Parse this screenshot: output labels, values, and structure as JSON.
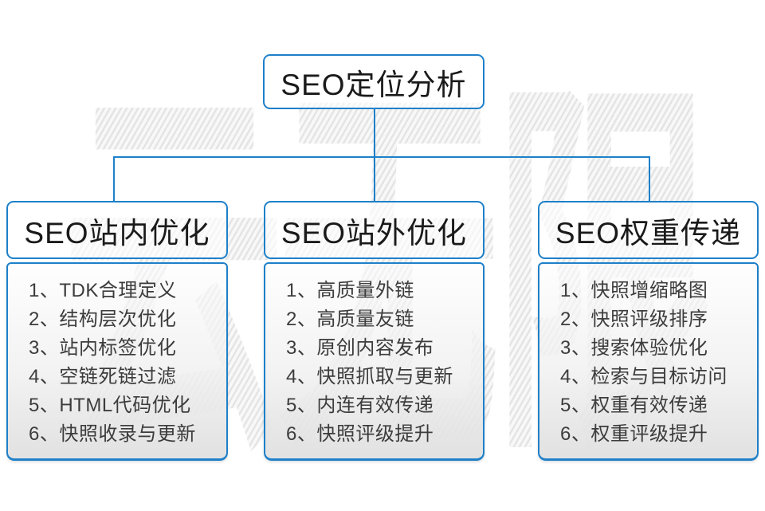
{
  "diagram": {
    "root": {
      "label": "SEO定位分析"
    },
    "branches": [
      {
        "label": "SEO站内优化",
        "items": [
          "1、TDK合理定义",
          "2、结构层次优化",
          "3、站内标签优化",
          "4、空链死链过滤",
          "5、HTML代码优化",
          "6、快照收录与更新"
        ]
      },
      {
        "label": "SEO站外优化",
        "items": [
          "1、高质量外链",
          "2、高质量友链",
          "3、原创内容发布",
          "4、快照抓取与更新",
          "5、内连有效传递",
          "6、快照评级提升"
        ]
      },
      {
        "label": "SEO权重传递",
        "items": [
          "1、快照增缩略图",
          "2、快照评级排序",
          "3、搜索体验优化",
          "4、检索与目标访问",
          "5、权重有效传递",
          "6、权重评级提升"
        ]
      }
    ],
    "watermark": "云无限",
    "colors": {
      "connector_line": "#1e80c9",
      "box_border": "#1e80c9",
      "heading_text": "#1a1a1a",
      "item_text": "#3c3c3c",
      "watermark_gray": "#e4e4e4"
    }
  }
}
